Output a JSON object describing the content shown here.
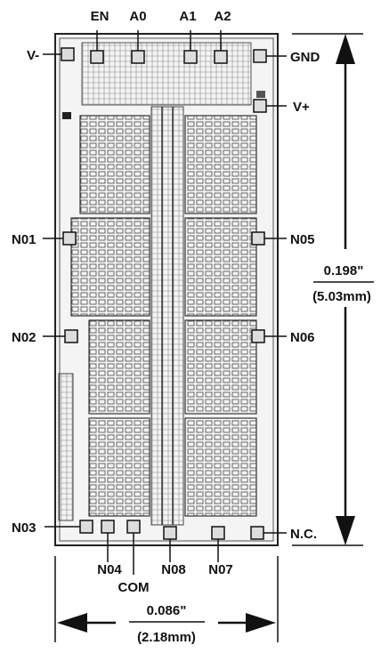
{
  "pins": {
    "en": "EN",
    "a0": "A0",
    "a1": "A1",
    "a2": "A2",
    "v_minus": "V-",
    "gnd": "GND",
    "v_plus": "V+",
    "n01": "N01",
    "n05": "N05",
    "n02": "N02",
    "n06": "N06",
    "n03": "N03",
    "nc": "N.C.",
    "n04": "N04",
    "com": "COM",
    "n08": "N08",
    "n07": "N07"
  },
  "dimensions": {
    "height_in": "0.198\"",
    "height_mm": "(5.03mm)",
    "width_in": "0.086\"",
    "width_mm": "(2.18mm)"
  },
  "colors": {
    "ink": "#111111",
    "die_bg": "#f4f4f4",
    "circuit": "#555555",
    "pad": "#dddddd"
  }
}
